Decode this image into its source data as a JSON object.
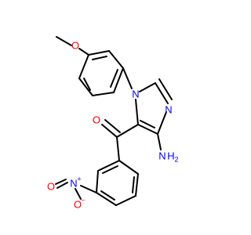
{
  "molecule": {
    "atoms": {
      "methoxy_o": "O",
      "carbonyl_o": "O",
      "ring_n1": "N",
      "ring_n3": "N",
      "amino_n": "N",
      "amino_h": "H",
      "amino_h2": "2",
      "nitro_n": "N",
      "nitro_o_double": "O",
      "nitro_o_minus": "O",
      "plus": "+",
      "minus": "−"
    },
    "colors": {
      "bond": "#000000",
      "oxygen": "#ff0000",
      "nitrogen": "#0000ff",
      "background": "#ffffff"
    }
  }
}
